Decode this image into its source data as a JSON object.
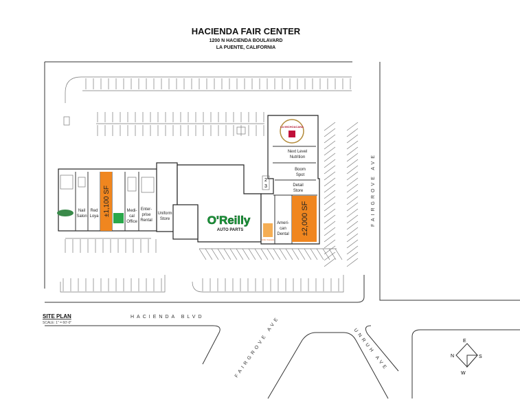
{
  "header": {
    "title": "HACIENDA FAIR CENTER",
    "address": "1200 N HACIENDA BOULAVARD",
    "city": "LA PUENTE, CALIFORNIA"
  },
  "legend": {
    "title": "SITE PLAN",
    "scale": "SCALE: 1\" = 60'-0\""
  },
  "streets": {
    "hacienda": "HACIENDA BLVD",
    "fairgrove_right": "FAIRGROVE AVE",
    "fairgrove_bottom": "FAIRGROVE AVE",
    "unruh": "UNRUH AVE"
  },
  "tenants": {
    "nail_salon": [
      "Nail",
      "Salon"
    ],
    "red_loya": [
      "Red",
      "Loya"
    ],
    "medical_office": [
      "Medi-",
      "cal",
      "Office"
    ],
    "enterprise": [
      "Enter-",
      "prise",
      "Rental"
    ],
    "uniform": [
      "Uniform",
      "Store"
    ],
    "oreilly": "O'Reilly",
    "oreilly_sub": "AUTO PARTS",
    "next_level": [
      "Next Level",
      "Nutrition"
    ],
    "boom_spot": [
      "Boom",
      "Spot"
    ],
    "detail_store": [
      "Detail",
      "Store"
    ],
    "american_dental": [
      "Ameri-",
      "can",
      "Dental"
    ],
    "la_michoacana": "LA MICHOACANA",
    "little_caesars": "Little Caesars"
  },
  "vacancies": [
    {
      "label": "±1,100 SF",
      "color": "#f0861f"
    },
    {
      "label": "±2,000 SF",
      "color": "#f0861f"
    }
  ],
  "pylon_numbers": [
    "2",
    "3"
  ],
  "compass": {
    "n": "N",
    "e": "E",
    "s": "S",
    "w": "W"
  },
  "colors": {
    "vacant": "#f0861f",
    "oreilly_green": "#1a9a3a",
    "tenant_green": "#2aa84a"
  }
}
